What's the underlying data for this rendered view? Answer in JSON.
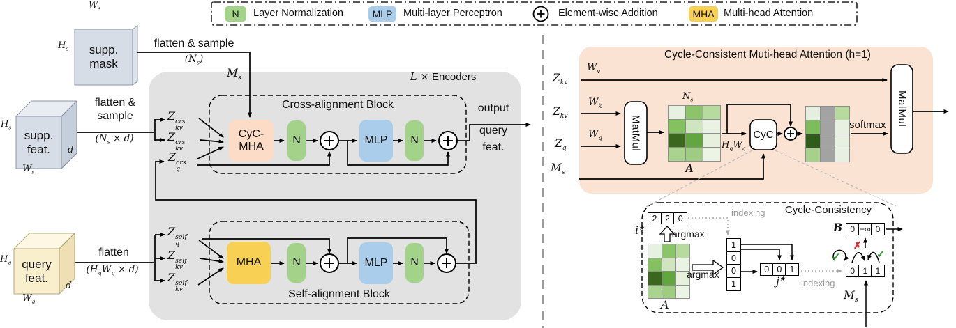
{
  "legend": {
    "items": [
      {
        "chip": "N",
        "label": "Layer Normalization"
      },
      {
        "chip": "MLP",
        "label": "Multi-layer Perceptron"
      },
      {
        "chip": "⊕",
        "label": "Element-wise Addition"
      },
      {
        "chip": "MHA",
        "label": "Multi-head Attention"
      }
    ]
  },
  "inputs": {
    "supp_mask": {
      "line1": "supp.",
      "line2": "mask",
      "w": "W_{s}",
      "h": "H_{s}"
    },
    "supp_feat": {
      "line1": "supp.",
      "line2": "feat.",
      "w": "W_{s}",
      "h": "H_{s}",
      "d": "d"
    },
    "query_feat": {
      "line1": "query",
      "line2": "feat.",
      "w": "W_{q}",
      "h": "H_{q}",
      "d": "d"
    }
  },
  "flow": {
    "mask_flatten": "flatten & sample",
    "mask_dims": "(N_{s})",
    "ms": "M_{s}",
    "feat_flatten1": "flatten &",
    "feat_flatten2": "sample",
    "feat_dims": "(N_{s} × d)",
    "query_flatten": "flatten",
    "query_dims": "(H_{q}W_{q} × d)",
    "output1": "output",
    "output2": "query",
    "output3": "feat."
  },
  "encoder": {
    "count_var": "L ×",
    "count_word": "Encoders",
    "cross": {
      "title": "Cross-alignment Block",
      "in1": "Z_{kv}^{crs}",
      "in2": "Z_{kv}^{crs}",
      "in3": "Z_{q}^{crs}",
      "mha": "CyC-MHA",
      "n1": "N",
      "mlp": "MLP",
      "n2": "N"
    },
    "self": {
      "title": "Self-alignment Block",
      "in1": "Z_{q}^{self}",
      "in2": "Z_{kv}^{self}",
      "in3": "Z_{kv}^{self}",
      "mha": "MHA",
      "n1": "N",
      "mlp": "MLP",
      "n2": "N"
    }
  },
  "ccmha": {
    "title": "Cycle-Consistent Muti-head Attention (h=1)",
    "in1": "Z_{kv}",
    "in2": "Z_{kv}",
    "in3": "Z_{q}",
    "in4": "M_{s}",
    "w1": "W_{v}",
    "w2": "W_{k}",
    "w3": "W_{q}",
    "matmul1": "MatMul",
    "matmul2": "MatMul",
    "cyc": "CyC",
    "softmax": "softmax",
    "a_top": "N_{s}",
    "a_label": "A",
    "a_right": "H_{q}W_{q}",
    "matrix_a": [
      [
        "#e7f1e1",
        "#8cc46a",
        "#b7db9f"
      ],
      [
        "#85c061",
        "#cfe5bf",
        "#eaf3e3"
      ],
      [
        "#3a661e",
        "#61a63e",
        "#e6f0dc"
      ],
      [
        "#abd390",
        "#9ecd81",
        "#ecf4e6"
      ]
    ],
    "matrix_out": [
      [
        "#e4efe0",
        "#a3a3a3",
        "#b7da9f"
      ],
      [
        "#7dbd5c",
        "#a3a3a3",
        "#e8f1e1"
      ],
      [
        "#2f5c18",
        "#a3a3a3",
        "#e8f1e1"
      ],
      [
        "#a6d18b",
        "#a3a3a3",
        "#e8f1e1"
      ]
    ]
  },
  "cc": {
    "title": "Cycle-Consistency",
    "i_label": "i^{★}",
    "i_values": [
      "2",
      "2",
      "0"
    ],
    "argmax1": "argmax",
    "argmax2": "argmax",
    "matrix": [
      [
        "#e7f1e1",
        "#8cc46a",
        "#b7db9f"
      ],
      [
        "#85c061",
        "#cfe5bf",
        "#eaf3e3"
      ],
      [
        "#3a661e",
        "#61a63e",
        "#e6f0dc"
      ],
      [
        "#abd390",
        "#9ecd81",
        "#ecf4e6"
      ]
    ],
    "matrix_label": "A",
    "col_values": [
      "1",
      "0",
      "0",
      "1"
    ],
    "j_label": "j^{★}",
    "j_values": [
      "0",
      "0",
      "1"
    ],
    "b_label": "B",
    "b_values": [
      "0",
      "−∞",
      "0"
    ],
    "m_values": [
      "0",
      "1",
      "1"
    ],
    "ms_label": "M_{s}",
    "indexing1": "indexing",
    "indexing2": "indexing",
    "check": "✓",
    "cross": "✗"
  },
  "colors": {
    "n_chip": "#a3d289",
    "mlp_chip": "#a9cdeb",
    "mha_chip": "#f8d054",
    "cyc_mha_chip": "#fcdcc7",
    "encoder_bg": "#e2e2e2",
    "ccmha_bg": "#fae3d3",
    "mask_front": "#d6dde7",
    "mask_side": "#dfe4ec",
    "cube_front": "#d6dde7",
    "cube_top": "#e9edf3",
    "cube_side": "#c5cedb",
    "query_front": "#f9efcd",
    "query_top": "#fdf7e3",
    "query_side": "#eee0b4"
  }
}
